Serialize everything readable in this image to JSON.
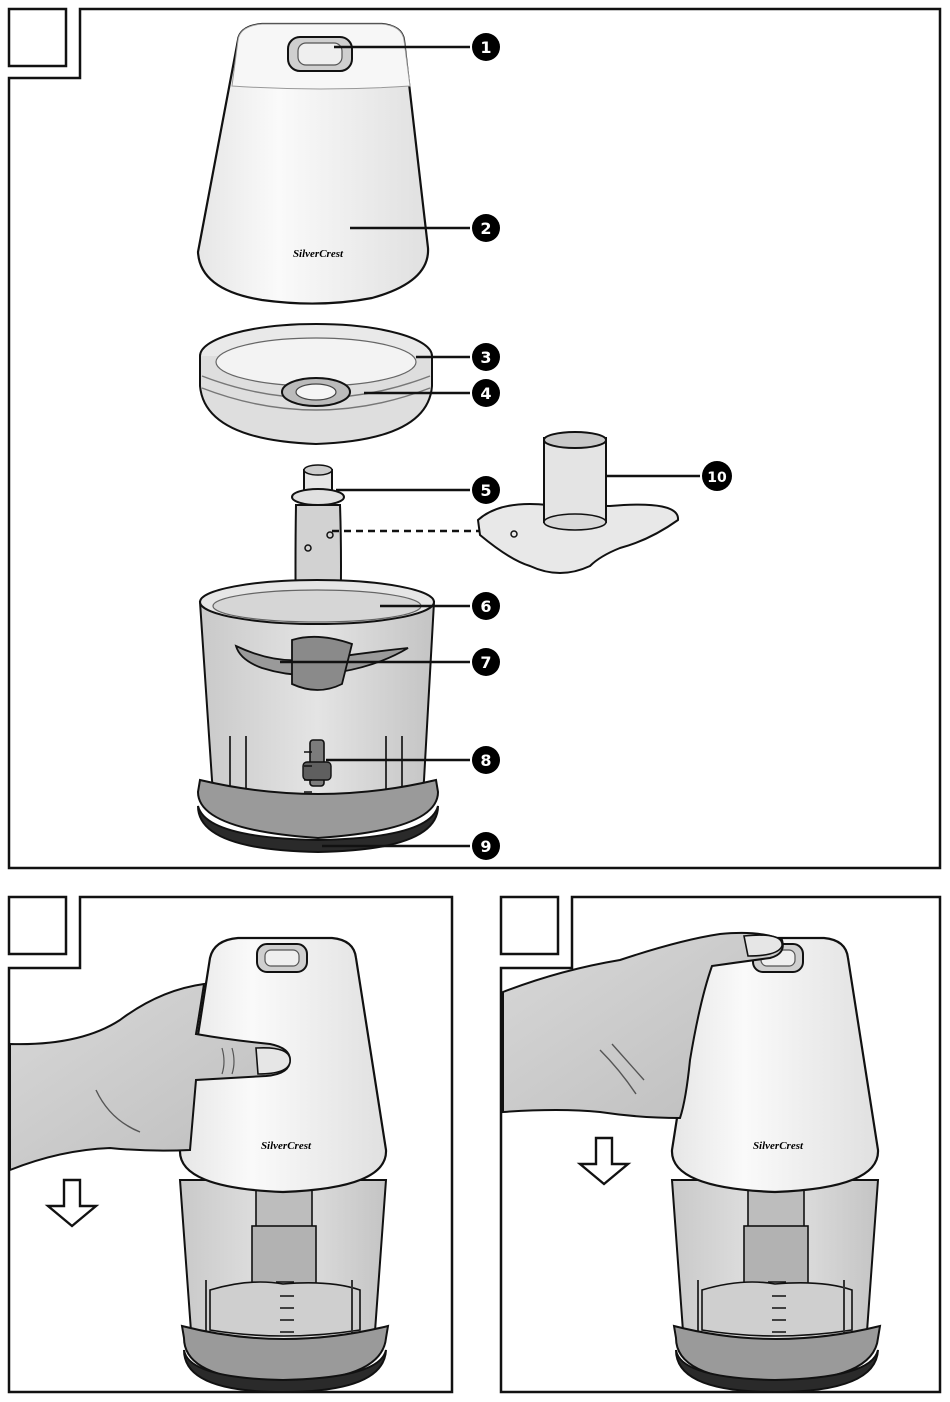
{
  "brand": {
    "name": "SilverCrest",
    "color": "#000000"
  },
  "colors": {
    "outline": "#111111",
    "body_fill": "#f4f4f4",
    "transparent_fill": "#dcdcdc",
    "dark_part": "#8c8c8c",
    "base_dark": "#2a2a2a",
    "hand_fill": "#cfcfcf"
  },
  "figures": [
    {
      "id": "fig-1",
      "label": "",
      "callouts": [
        {
          "number": "1"
        },
        {
          "number": "2"
        },
        {
          "number": "3"
        },
        {
          "number": "4"
        },
        {
          "number": "5"
        },
        {
          "number": "6"
        },
        {
          "number": "7"
        },
        {
          "number": "8"
        },
        {
          "number": "9"
        },
        {
          "number": "10"
        }
      ]
    },
    {
      "id": "fig-2",
      "label": "",
      "arrow_icon": "down-arrow-icon"
    },
    {
      "id": "fig-3",
      "label": "",
      "arrow_icon": "down-arrow-icon"
    }
  ]
}
